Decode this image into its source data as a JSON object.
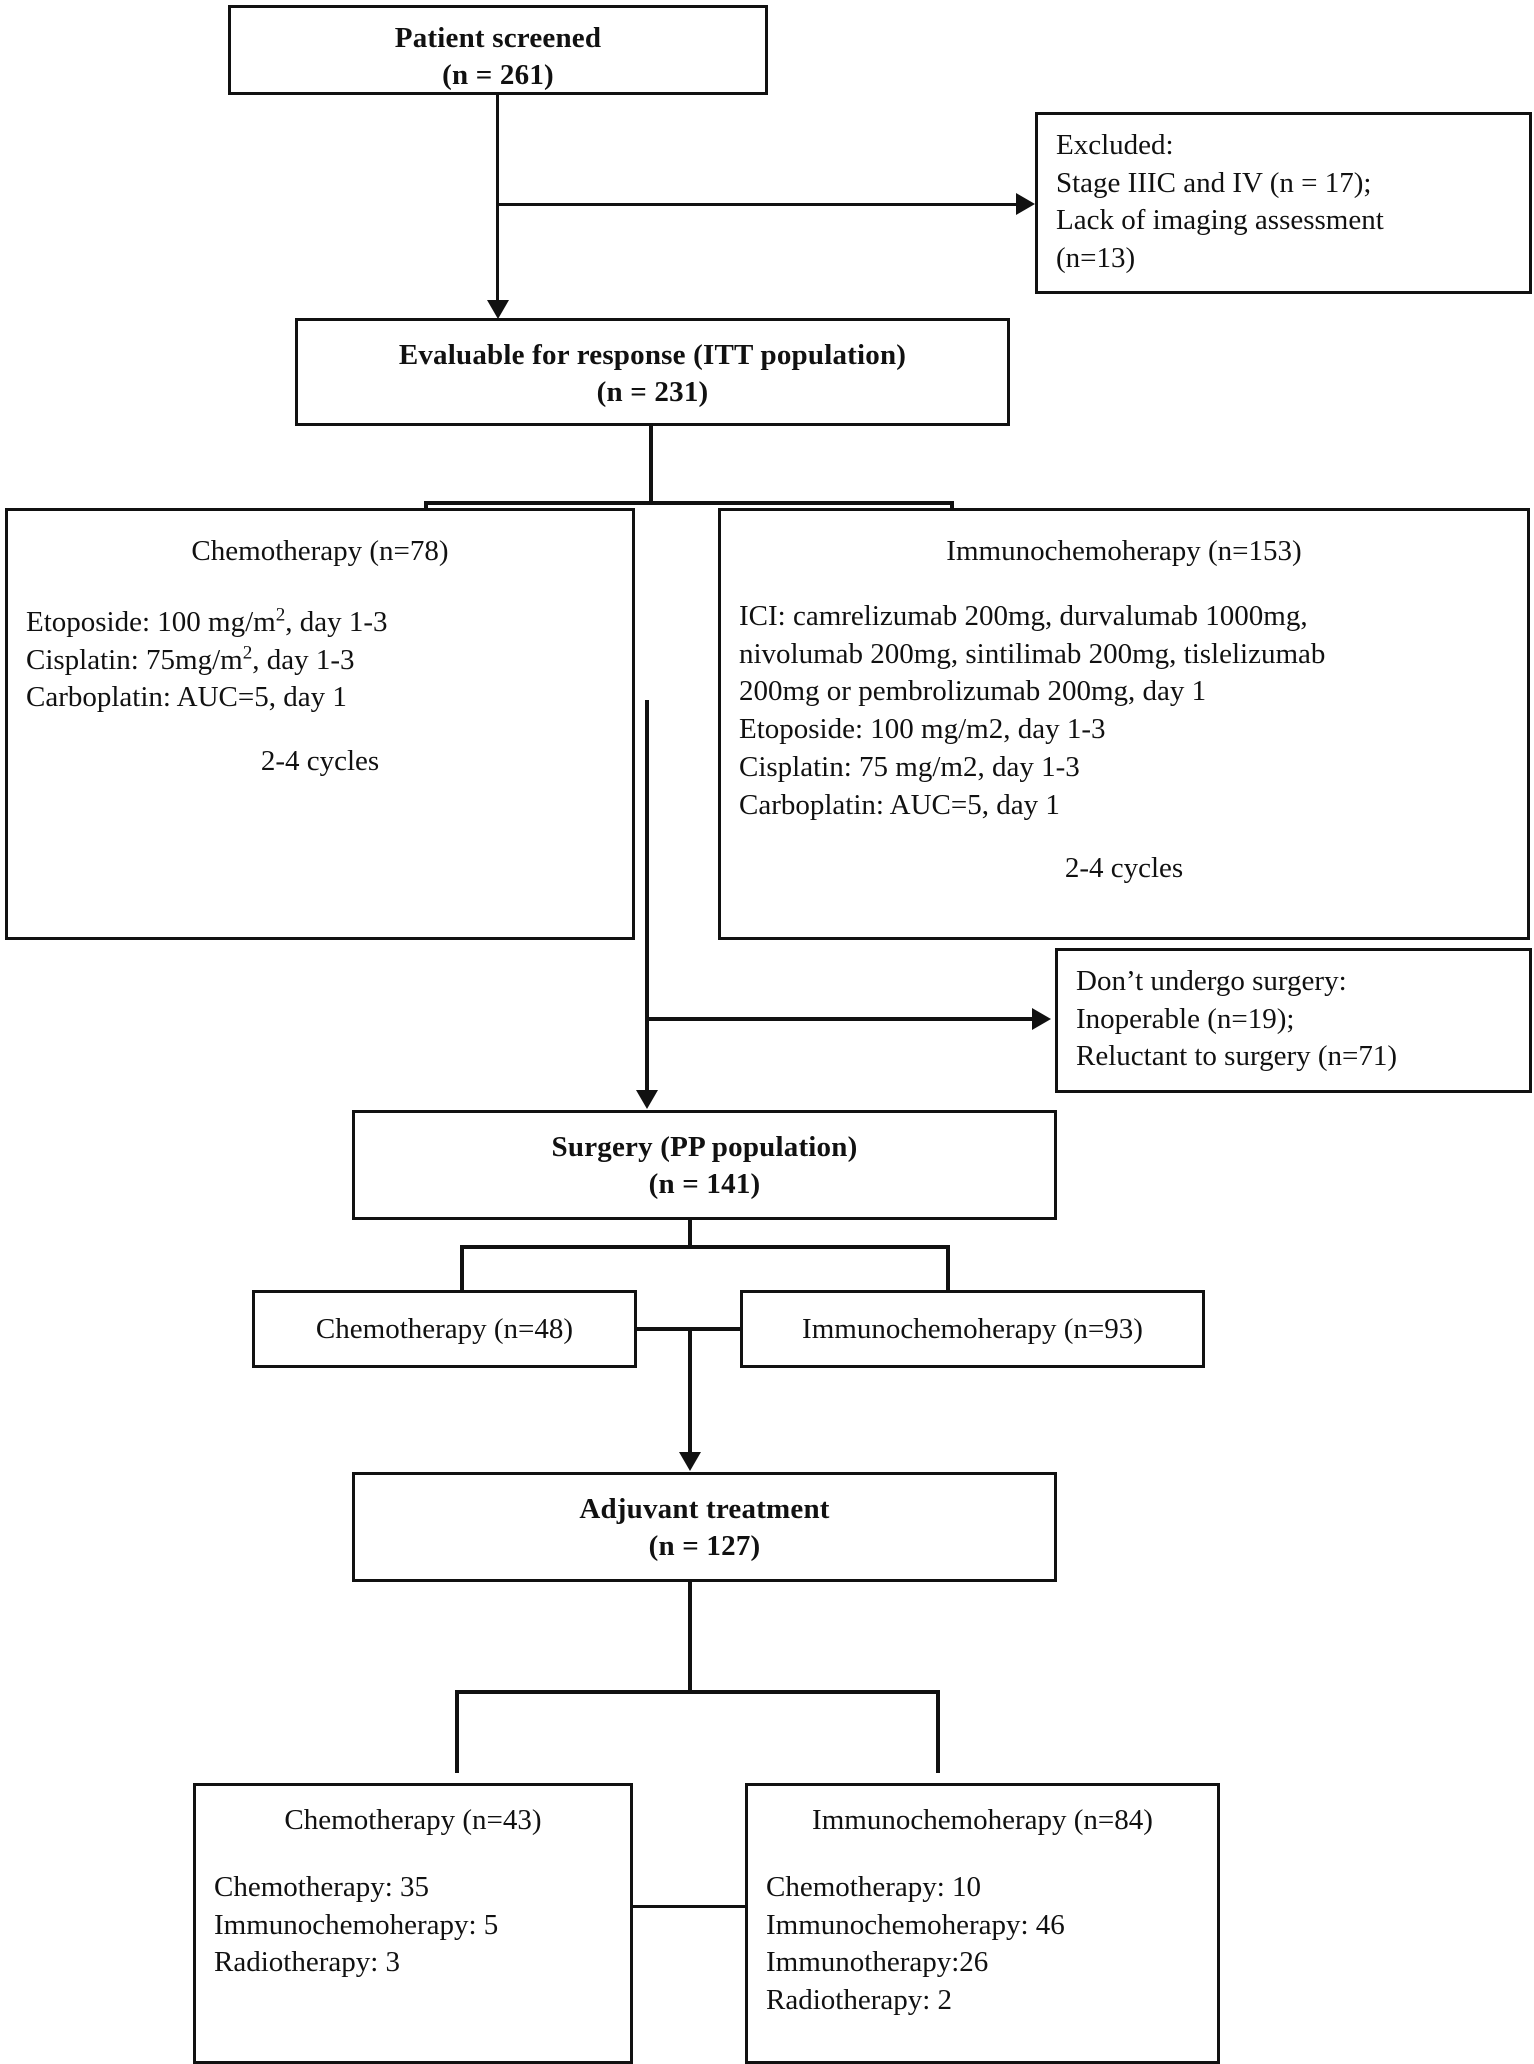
{
  "diagram": {
    "type": "flowchart",
    "title": "CONSORT-style patient flow diagram",
    "nodes": {
      "screened": {
        "title": "Patient screened",
        "count": "(n = 261)"
      },
      "excluded": {
        "line1": "Excluded:",
        "line2": "Stage IIIC and IV (n = 17);",
        "line3": "Lack of imaging assessment",
        "line4": "(n=13)"
      },
      "itt": {
        "title": "Evaluable for response (ITT population)",
        "count": "(n = 231)"
      },
      "chemo_arm": {
        "title": "Chemotherapy (n=78)",
        "line1_a": "Etoposide: 100 mg/m",
        "line1_sup": "2",
        "line1_b": ", day 1-3",
        "line2_a": "Cisplatin: 75mg/m",
        "line2_sup": "2",
        "line2_b": ", day 1-3",
        "line3": "Carboplatin: AUC=5, day 1",
        "cycles": "2-4 cycles"
      },
      "immuno_arm": {
        "title": "Immunochemoherapy (n=153)",
        "line1": "ICI: camrelizumab 200mg, durvalumab 1000mg,",
        "line2": "nivolumab 200mg, sintilimab 200mg, tislelizumab",
        "line3": "200mg or pembrolizumab 200mg, day 1",
        "line4": "Etoposide: 100 mg/m2, day 1-3",
        "line5": "Cisplatin: 75 mg/m2, day 1-3",
        "line6": "Carboplatin: AUC=5, day 1",
        "cycles": "2-4 cycles"
      },
      "no_surgery": {
        "line1": "Don’t undergo surgery:",
        "line2": "Inoperable (n=19);",
        "line3": "Reluctant to surgery (n=71)"
      },
      "surgery": {
        "title": "Surgery (PP population)",
        "count": "(n = 141)"
      },
      "surgery_chemo": {
        "title": "Chemotherapy (n=48)"
      },
      "surgery_immuno": {
        "title": "Immunochemoherapy (n=93)"
      },
      "adjuvant": {
        "title": "Adjuvant treatment",
        "count": "(n = 127)"
      },
      "adjuvant_chemo": {
        "title": "Chemotherapy (n=43)",
        "line1": "Chemotherapy: 35",
        "line2": "Immunochemoherapy: 5",
        "line3": "Radiotherapy: 3"
      },
      "adjuvant_immuno": {
        "title": "Immunochemoherapy (n=84)",
        "line1": "Chemotherapy: 10",
        "line2": "Immunochemoherapy: 46",
        "line3": "Immunotherapy:26",
        "line4": "Radiotherapy: 2"
      }
    },
    "colors": {
      "stroke": "#111111",
      "background": "#ffffff"
    }
  }
}
